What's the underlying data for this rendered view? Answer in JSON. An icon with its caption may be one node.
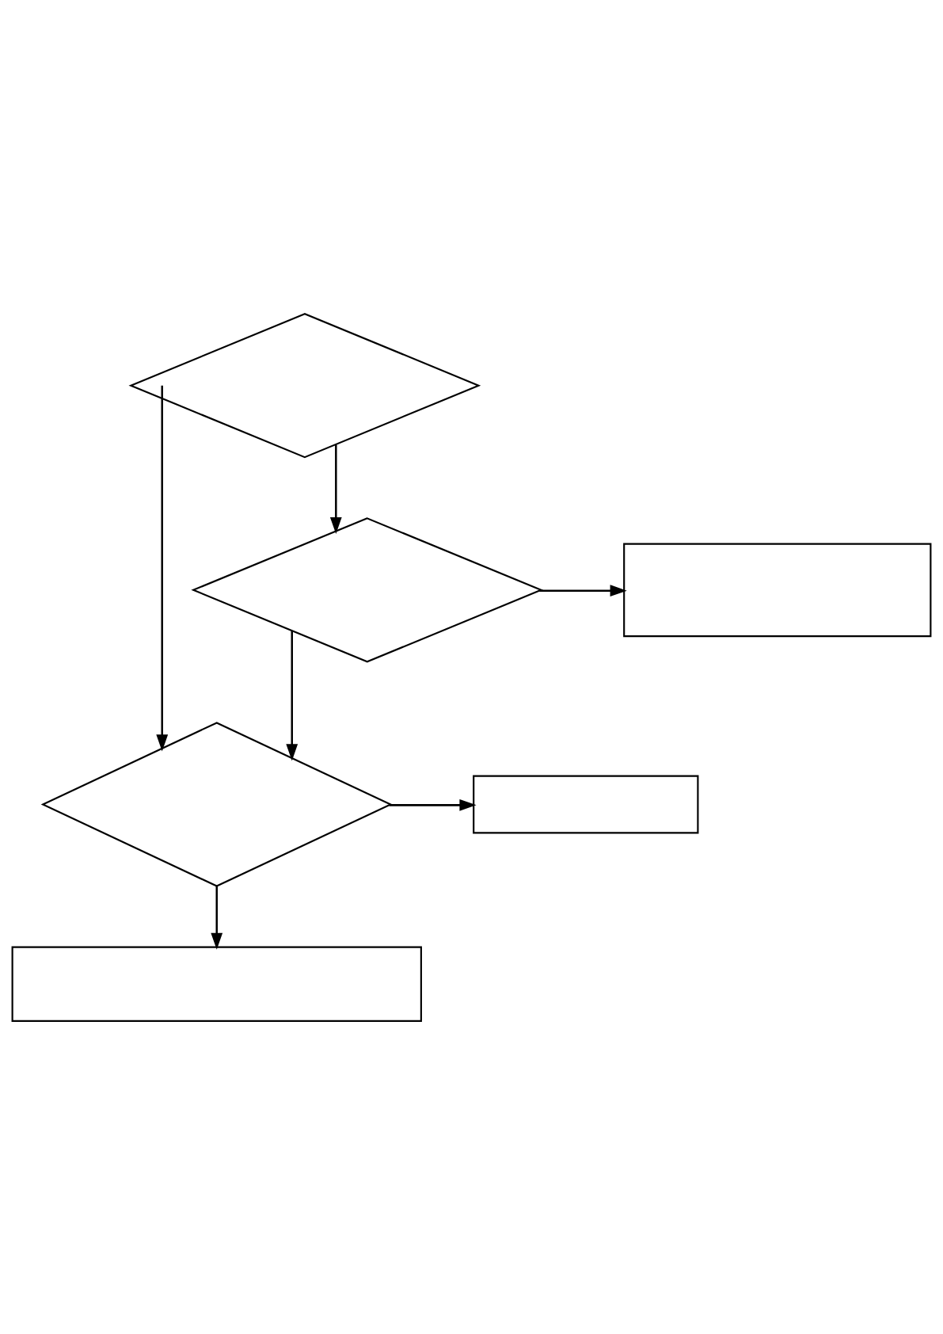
{
  "diagram": {
    "nodes": [
      {
        "text": [],
        "shape": "diamond"
      },
      {
        "text": [],
        "shape": "diamond"
      },
      {
        "text": [],
        "shape": "box"
      },
      {
        "text": [],
        "shape": "diamond"
      },
      {
        "text": [],
        "shape": "box"
      },
      {
        "text": [],
        "shape": "box"
      }
    ],
    "edges": [
      {
        "from": 0,
        "to": 1,
        "arrow": "to"
      },
      {
        "from": 1,
        "to": 2,
        "arrow": "to"
      },
      {
        "from": 0,
        "to": 3,
        "arrow": "to"
      },
      {
        "from": 1,
        "to": 3,
        "arrow": "to"
      },
      {
        "from": 3,
        "to": 4,
        "arrow": "to"
      },
      {
        "from": 3,
        "to": 5,
        "arrow": "to"
      }
    ]
  }
}
